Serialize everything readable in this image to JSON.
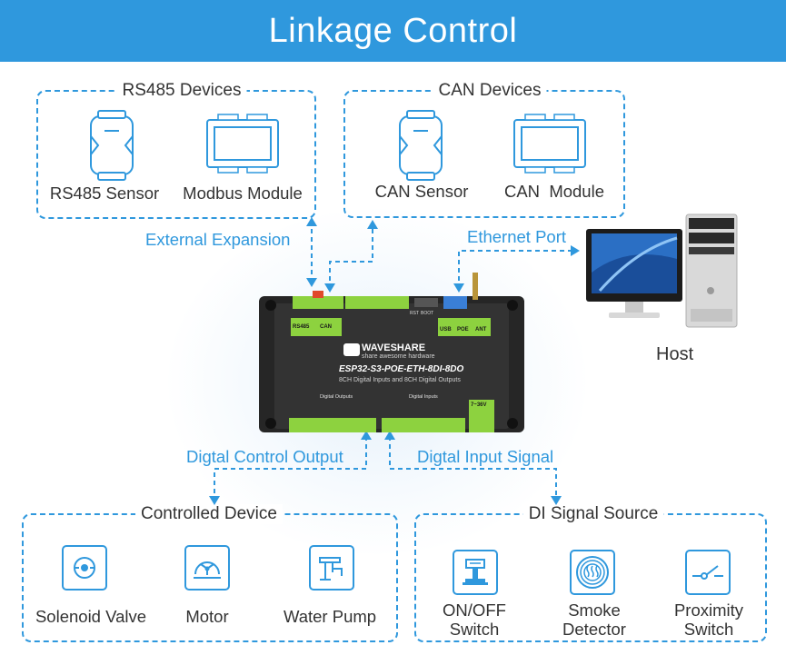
{
  "title": "Linkage Control",
  "groups": {
    "rs485": {
      "title": "RS485 Devices",
      "items": [
        "RS485 Sensor",
        "Modbus Module"
      ]
    },
    "can": {
      "title": "CAN Devices",
      "items": [
        "CAN Sensor",
        "CAN  Module"
      ]
    },
    "controlled": {
      "title": "Controlled Device",
      "items": [
        "Solenoid Valve",
        "Motor",
        "Water Pump"
      ]
    },
    "di": {
      "title": "DI Signal Source",
      "items": [
        "ON/OFF\nSwitch",
        "Smoke\nDetector",
        "Proximity\nSwitch"
      ]
    }
  },
  "connections": {
    "external": "External Expansion",
    "ethernet": "Ethernet Port",
    "output": "Digtal Control Output",
    "input": "Digtal Input Signal"
  },
  "host_label": "Host",
  "device": {
    "brand": "WAVESHARE",
    "tagline": "share awesome hardware",
    "model": "ESP32-S3-POE-ETH-8DI-8DO",
    "description": "8CH Digital Inputs and 8CH Digital Outputs",
    "port_labels": [
      "RS485",
      "CAN",
      "USB",
      "POE",
      "ANT"
    ],
    "boot_labels": [
      "RST",
      "BOOT"
    ],
    "section_outputs": "Digital Outputs",
    "section_inputs": "Digital Inputs",
    "power_label": "7~36V"
  },
  "colors": {
    "accent": "#2f98dd",
    "terminal": "#8dd23f",
    "device": "#2b2b2b"
  }
}
